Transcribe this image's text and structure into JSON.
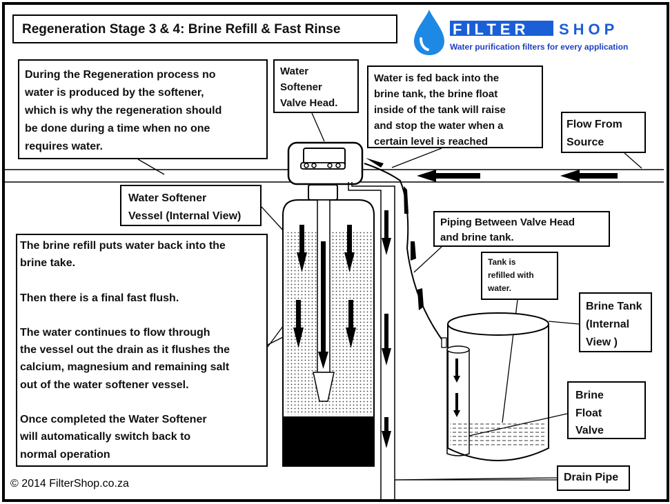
{
  "title": "Regeneration Stage 3 & 4: Brine Refill & Fast Rinse",
  "logo": {
    "brand_part1": "FILTER",
    "brand_part2": "SHOP",
    "tagline": "Water purification filters for every application",
    "colors": {
      "blue": "#1a5fd6",
      "drop": "#1e88e5",
      "tagline": "#1f3fbf"
    }
  },
  "labels": {
    "regeneration_note": [
      "During the Regeneration process no",
      "water is produced by the softener,",
      "which is why the regeneration should",
      "be done during a time when no one",
      "requires water."
    ],
    "valve_head": [
      "Water",
      "Softener",
      "Valve Head."
    ],
    "brine_feed_note": [
      "Water is fed back into the",
      "brine tank,  the brine float",
      "inside of the tank will raise",
      "and stop the water when a",
      "certain level is reached"
    ],
    "flow_from_source": [
      "Flow From",
      "Source"
    ],
    "vessel": [
      "Water Softener",
      "Vessel (Internal View)"
    ],
    "piping": [
      "Piping Between Valve Head",
      "and brine tank."
    ],
    "tank_refilled": [
      "Tank is",
      "refilled with",
      "water."
    ],
    "brine_tank": [
      "Brine Tank",
      "(Internal",
      "View )"
    ],
    "brine_float": [
      "Brine",
      "Float",
      "Valve"
    ],
    "drain_pipe": "Drain Pipe"
  },
  "description": {
    "p1": [
      "The brine refill puts water back into the",
      "brine take."
    ],
    "p2": "Then there is a final fast flush.",
    "p3": [
      "The water continues to flow through",
      "the vessel out the drain as it flushes the",
      "calcium, magnesium and remaining salt",
      "out of the water softener vessel."
    ],
    "p4": [
      "Once completed the Water Softener",
      "will automatically  switch back to",
      "normal operation"
    ]
  },
  "copyright": "© 2014 FilterShop.co.za"
}
